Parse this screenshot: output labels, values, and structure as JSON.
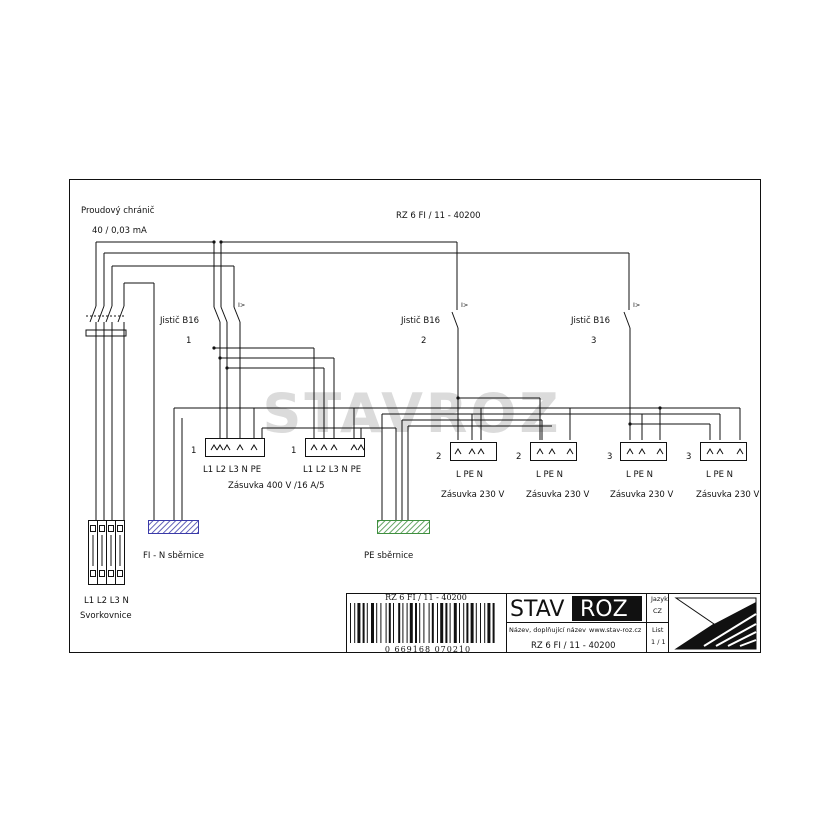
{
  "watermark": "STAVROZ",
  "rcd": {
    "label": "Proudový chránič",
    "rating": "40 / 0,03 mA"
  },
  "board_title": "RZ 6 FI / 11 - 40200",
  "breaker_symbol": "I>",
  "breakers": [
    {
      "label": "Jistič B16",
      "circuit": "1"
    },
    {
      "label": "Jistič B16",
      "circuit": "2"
    },
    {
      "label": "Jistič B16",
      "circuit": "3"
    }
  ],
  "sockets_400": {
    "pins_label": "L1 L2 L3 N PE",
    "caption": "Zásuvka 400 V /16 A/5",
    "units": [
      {
        "circuit": "1"
      },
      {
        "circuit": "1"
      }
    ]
  },
  "sockets_230": {
    "pins_label": "L  PE  N",
    "caption": "Zásuvka 230 V",
    "units": [
      {
        "circuit": "2"
      },
      {
        "circuit": "2"
      },
      {
        "circuit": "3"
      },
      {
        "circuit": "3"
      }
    ]
  },
  "busbars": {
    "fi_n": {
      "label": "FI - N  sběrnice",
      "color": "#3a3aa8"
    },
    "pe": {
      "label": "PE  sběrnice",
      "color": "#3f8f3f"
    }
  },
  "terminal": {
    "pins_label": "L1  L2  L3  N",
    "label": "Svorkovnice"
  },
  "title_block": {
    "barcode_text": "RZ 6 FI / 11 - 40200",
    "barcode_digits": "0   669168   070210",
    "logo_left": "STAV",
    "logo_right": "ROZ",
    "name_label": "Název, doplňující název",
    "website": "www.stav-roz.cz",
    "code": "RZ 6 FI / 11 - 40200",
    "lang_label": "Jazyk",
    "lang_value": "CZ",
    "sheet_label": "List",
    "sheet_value": "1 / 1"
  }
}
